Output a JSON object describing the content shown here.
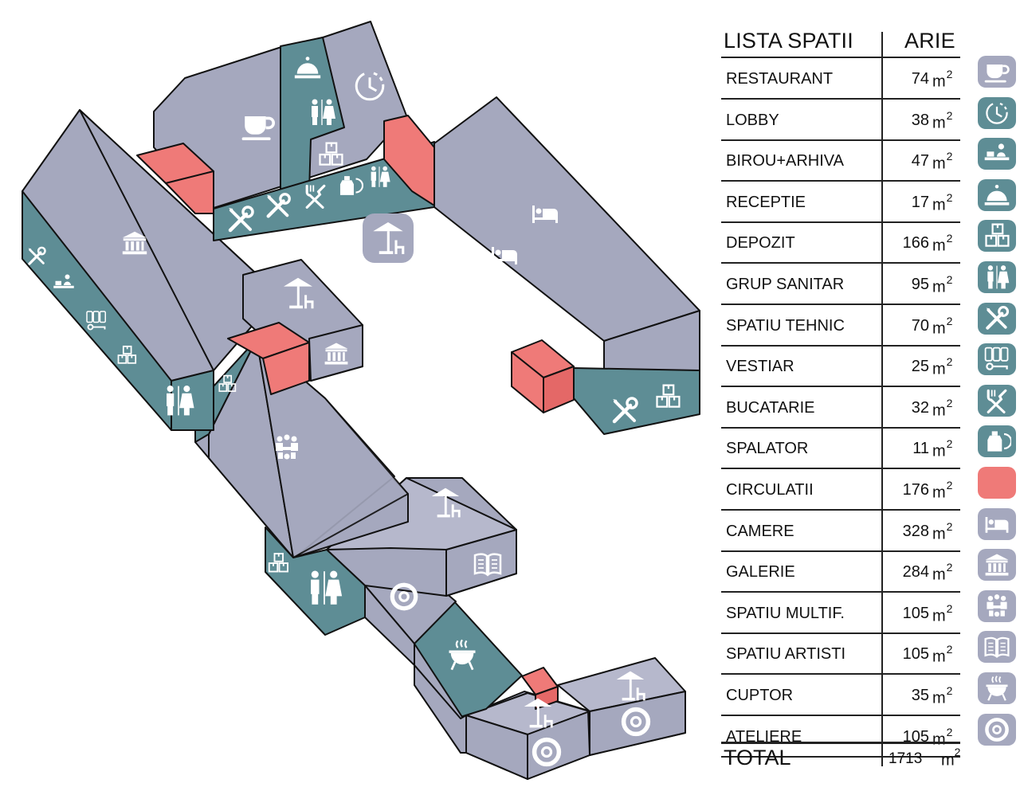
{
  "table": {
    "title": "LISTA SPATII",
    "area_header": "ARIE",
    "unit": "m",
    "unit_exp": "2",
    "rows": [
      {
        "name": "RESTAURANT",
        "area": "74",
        "icon": "coffee-cup-icon"
      },
      {
        "name": "LOBBY",
        "area": "38",
        "icon": "clock-icon"
      },
      {
        "name": "BIROU+ARHIVA",
        "area": "47",
        "icon": "office-desk-icon"
      },
      {
        "name": "RECEPTIE",
        "area": "17",
        "icon": "reception-bell-icon"
      },
      {
        "name": "DEPOZIT",
        "area": "166",
        "icon": "boxes-icon"
      },
      {
        "name": "GRUP SANITAR",
        "area": "95",
        "icon": "restroom-icon"
      },
      {
        "name": "SPATIU TEHNIC",
        "area": "70",
        "icon": "tools-icon"
      },
      {
        "name": "VESTIAR",
        "area": "25",
        "icon": "locker-key-icon"
      },
      {
        "name": "BUCATARIE",
        "area": "32",
        "icon": "fork-knife-icon"
      },
      {
        "name": "SPALATOR",
        "area": "11",
        "icon": "laundry-icon"
      },
      {
        "name": "CIRCULATII",
        "area": "176",
        "icon": "circulation-swatch-icon"
      },
      {
        "name": "CAMERE",
        "area": "328",
        "icon": "bed-icon"
      },
      {
        "name": "GALERIE",
        "area": "284",
        "icon": "museum-icon"
      },
      {
        "name": "SPATIU MULTIF.",
        "area": "105",
        "icon": "meeting-icon"
      },
      {
        "name": "SPATIU ARTISTI",
        "area": "105",
        "icon": "book-icon"
      },
      {
        "name": "CUPTOR",
        "area": "35",
        "icon": "grill-icon"
      },
      {
        "name": "ATELIERE",
        "area": "105",
        "icon": "target-ring-icon"
      }
    ],
    "total_label": "TOTAL",
    "total_area": "1713"
  },
  "colors": {
    "roof": "#a5a8be",
    "roof_light": "#b6b8cc",
    "teal": "#5e8d95",
    "coral": "#ef7a78",
    "coral_side": "#e46867",
    "outline": "#111111",
    "icon_bg": "#a5a8be"
  }
}
